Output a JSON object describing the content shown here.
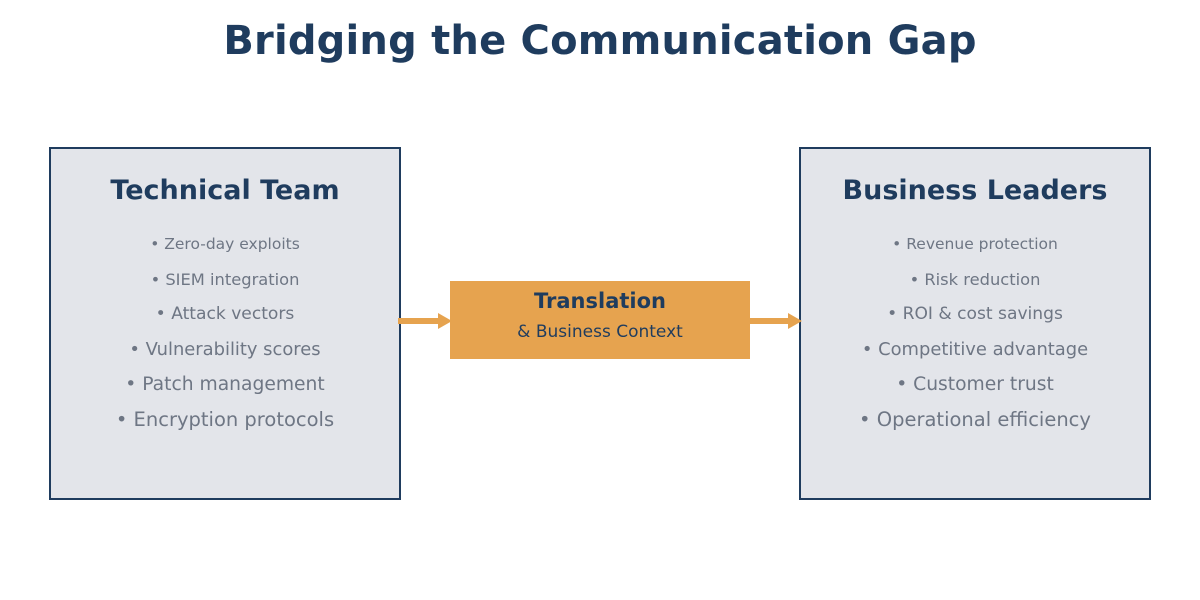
{
  "title": "Bridging the Communication Gap",
  "colors": {
    "navy": "#1f3c5e",
    "panel_fill": "#e3e5ea",
    "orange": "#e6a34f",
    "bullet_text": "#6e7684",
    "background": "#ffffff"
  },
  "left_panel": {
    "heading": "Technical Team",
    "items": [
      "• Zero-day exploits",
      "• SIEM integration",
      "• Attack vectors",
      "• Vulnerability scores",
      "• Patch management",
      "• Encryption protocols"
    ]
  },
  "right_panel": {
    "heading": "Business Leaders",
    "items": [
      "• Revenue protection",
      "• Risk reduction",
      "• ROI & cost savings",
      "• Competitive advantage",
      "• Customer trust",
      "• Operational efficiency"
    ]
  },
  "center": {
    "title": "Translation",
    "subtitle": "& Business Context"
  },
  "arrows": [
    {
      "name": "arrow-left-to-center",
      "direction": "right"
    },
    {
      "name": "arrow-center-to-right",
      "direction": "right"
    }
  ]
}
